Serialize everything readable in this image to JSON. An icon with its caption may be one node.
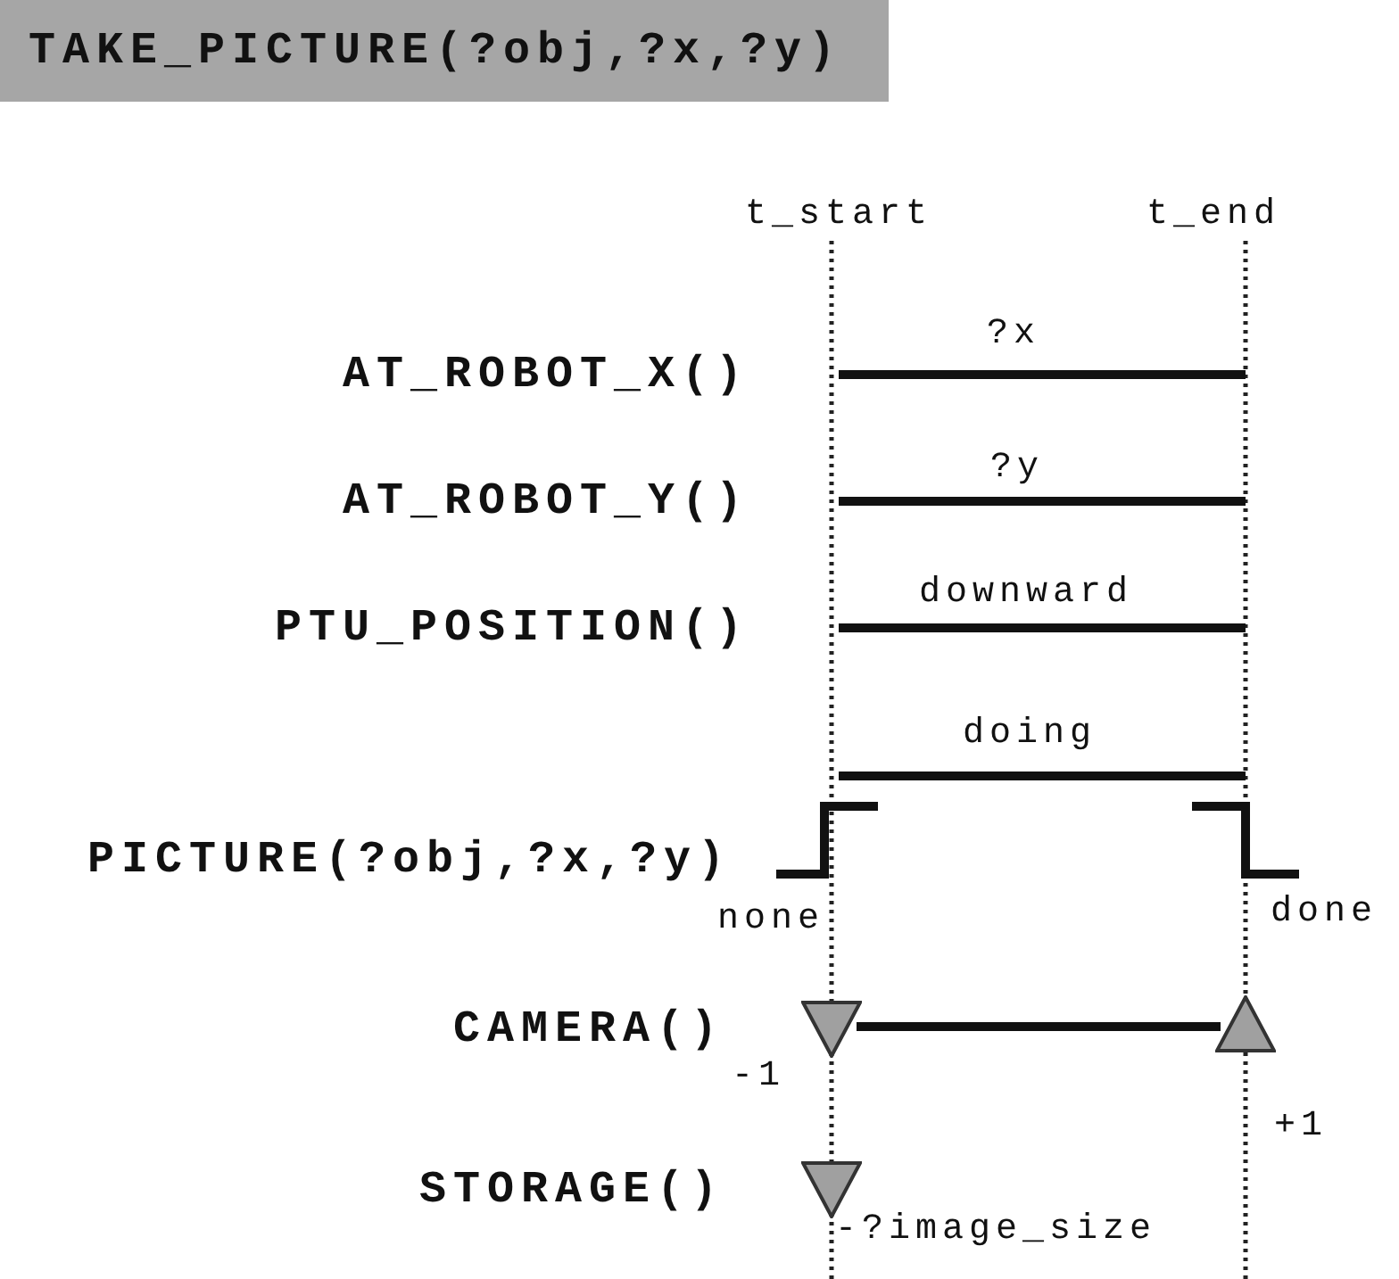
{
  "diagram": {
    "title": "TAKE_PICTURE(?obj,?x,?y)",
    "nodes": [
      {
        "text": [],
        "shape": "triangle",
        "beside": [
          "-1"
        ]
      },
      {
        "text": [],
        "shape": "triangle",
        "beside": [
          "+1"
        ]
      },
      {
        "text": [],
        "shape": "triangle",
        "beside": [
          "-?image_size"
        ]
      }
    ],
    "edges": [
      {
        "from": 0,
        "to": 1,
        "arrow": "none"
      }
    ],
    "labels": [
      "t_start",
      "t_end",
      "AT_ROBOT_X()",
      "?x",
      "AT_ROBOT_Y()",
      "?y",
      "PTU_POSITION()",
      "downward",
      "doing",
      "PICTURE(?obj,?x,?y)",
      "none",
      "done",
      "CAMERA()",
      "STORAGE()"
    ]
  }
}
